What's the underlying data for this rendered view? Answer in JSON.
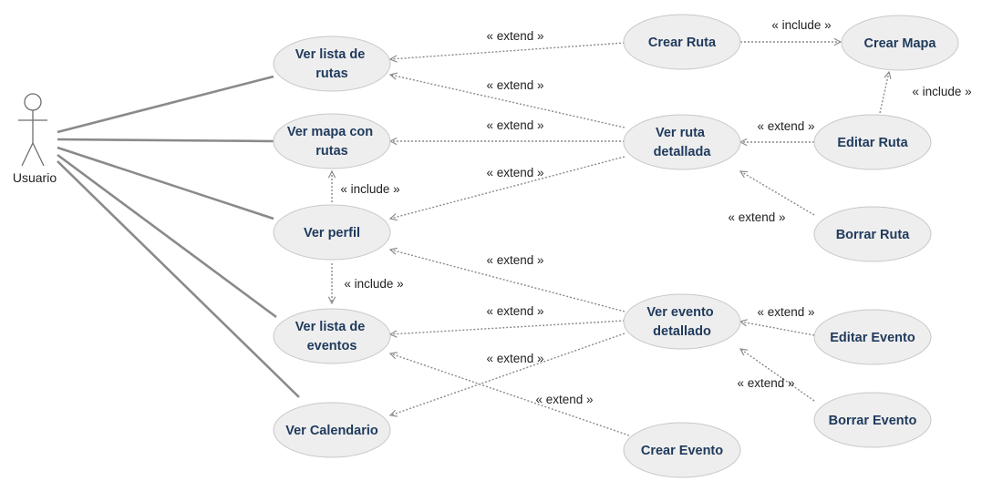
{
  "actor": {
    "name": "Usuario"
  },
  "use_cases": {
    "ver_lista_rutas": [
      "Ver lista de",
      "rutas"
    ],
    "ver_mapa": [
      "Ver mapa con",
      "rutas"
    ],
    "ver_perfil": [
      "Ver perfil"
    ],
    "ver_lista_eventos": [
      "Ver lista de",
      "eventos"
    ],
    "ver_calendario": [
      "Ver Calendario"
    ],
    "crear_ruta": [
      "Crear Ruta"
    ],
    "crear_mapa": [
      "Crear Mapa"
    ],
    "ver_ruta_detallada": [
      "Ver ruta",
      "detallada"
    ],
    "editar_ruta": [
      "Editar Ruta"
    ],
    "borrar_ruta": [
      "Borrar Ruta"
    ],
    "ver_evento_detallado": [
      "Ver evento",
      "detallado"
    ],
    "editar_evento": [
      "Editar Evento"
    ],
    "borrar_evento": [
      "Borrar Evento"
    ],
    "crear_evento": [
      "Crear Evento"
    ]
  },
  "stereotypes": {
    "extend": "« extend »",
    "include": "« include »"
  },
  "colors": {
    "ellipse_fill": "#eeeeee",
    "ellipse_stroke": "#c8c8c8",
    "association": "#8a8a8a",
    "dependency": "#8a8a8a",
    "text": "#1f3a5c"
  }
}
